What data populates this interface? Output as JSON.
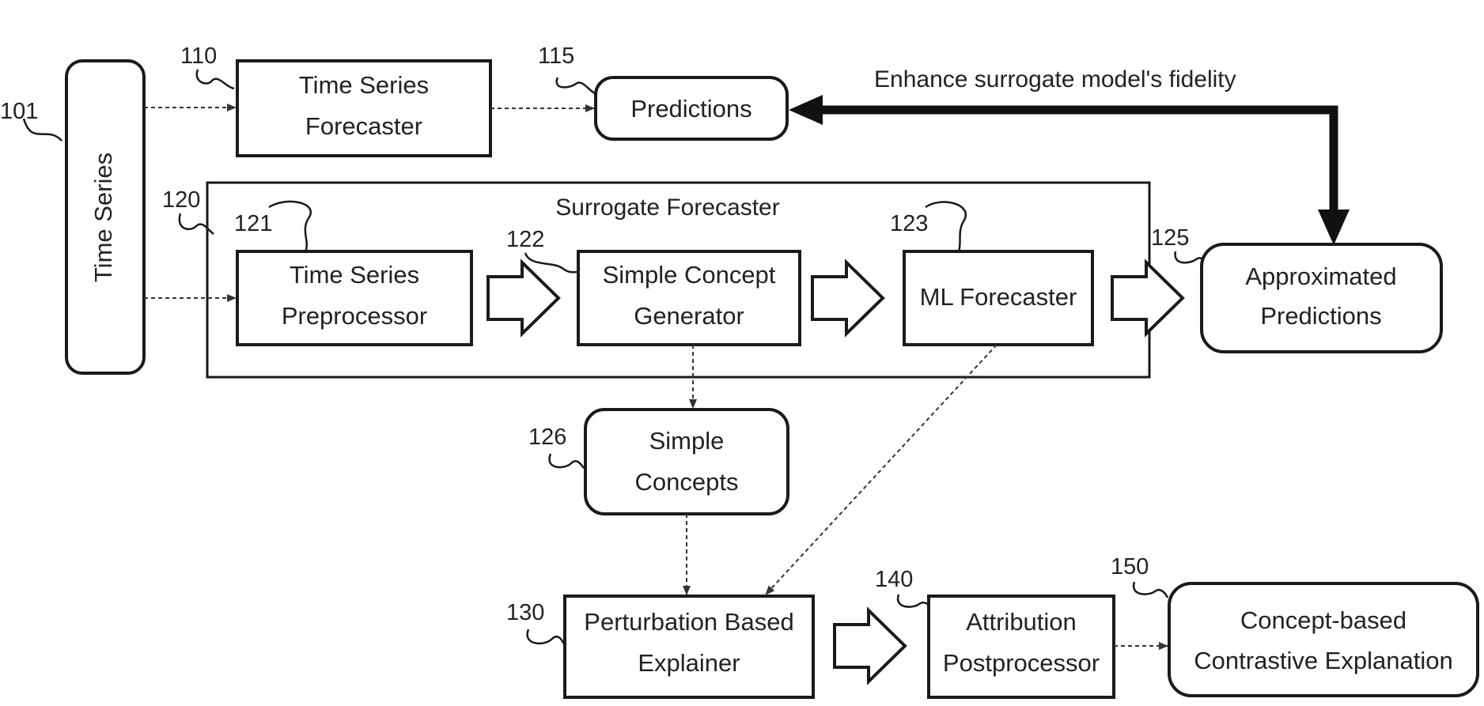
{
  "nodes": {
    "time_series": {
      "ref": "101",
      "label": "Time Series"
    },
    "forecaster": {
      "ref": "110",
      "lines": [
        "Time Series",
        "Forecaster"
      ]
    },
    "predictions": {
      "ref": "115",
      "label": "Predictions"
    },
    "surrogate": {
      "ref": "120",
      "title": "Surrogate Forecaster"
    },
    "preprocessor": {
      "ref": "121",
      "lines": [
        "Time Series",
        "Preprocessor"
      ]
    },
    "concept_generator": {
      "ref": "122",
      "lines": [
        "Simple Concept",
        "Generator"
      ]
    },
    "ml_forecaster": {
      "ref": "123",
      "label": "ML Forecaster"
    },
    "approx_predictions": {
      "ref": "125",
      "lines": [
        "Approximated",
        "Predictions"
      ]
    },
    "simple_concepts": {
      "ref": "126",
      "lines": [
        "Simple",
        "Concepts"
      ]
    },
    "explainer": {
      "ref": "130",
      "lines": [
        "Perturbation Based",
        "Explainer"
      ]
    },
    "postprocessor": {
      "ref": "140",
      "lines": [
        "Attribution",
        "Postprocessor"
      ]
    },
    "contrastive": {
      "ref": "150",
      "lines": [
        "Concept-based",
        "Contrastive Explanation"
      ]
    }
  },
  "feedback_label": "Enhance surrogate model's fidelity"
}
